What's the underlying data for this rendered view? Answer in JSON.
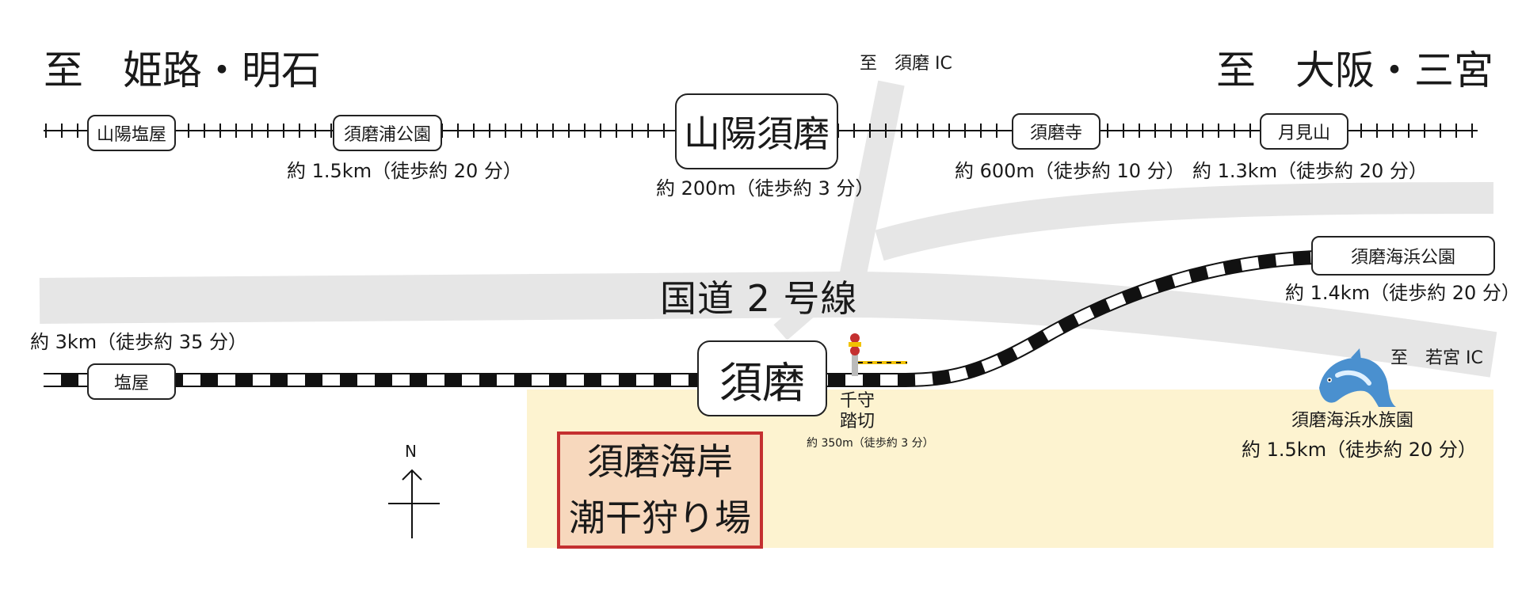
{
  "directions": {
    "west": "至　姫路・明石",
    "east": "至　大阪・三宮",
    "suma_ic": "至　須磨 IC",
    "wakamiya_ic": "至　若宮 IC"
  },
  "sanyo_line": {
    "stations": {
      "sanyo_shioya": "山陽塩屋",
      "sumaura_koen": "須磨浦公園",
      "sanyo_suma": "山陽須磨",
      "sumadera": "須磨寺",
      "tsukimiyama": "月見山"
    },
    "distances": {
      "sumaura_koen": "約 1.5km（徒歩約 20 分）",
      "sanyo_suma": "約 200m（徒歩約 3 分）",
      "sumadera": "約 600m（徒歩約 10 分）",
      "tsukimiyama": "約 1.3km（徒歩約 20 分）"
    }
  },
  "jr_line": {
    "stations": {
      "shioya": "塩屋",
      "suma": "須磨",
      "suma_kaihin_koen": "須磨海浜公園"
    },
    "distances": {
      "shioya": "約 3km（徒歩約 35 分）",
      "suma_kaihin_koen": "約 1.4km（徒歩約 20 分）"
    }
  },
  "road": {
    "name": "国道 2 号線"
  },
  "crossing": {
    "name_line1": "千守",
    "name_line2": "踏切",
    "distance": "約 350m（徒歩約 3 分）"
  },
  "aquarium": {
    "name": "須磨海浜水族園",
    "distance": "約 1.5km（徒歩約 20 分）",
    "icon": "dolphin-icon"
  },
  "destination": {
    "line1": "須磨海岸",
    "line2": "潮干狩り場",
    "border_color": "#c43030",
    "fill_color": "#f7d8bd"
  },
  "compass": {
    "label": "N"
  },
  "colors": {
    "road": "#e6e6e6",
    "beach": "#fdf3d0",
    "track": "#111111"
  }
}
